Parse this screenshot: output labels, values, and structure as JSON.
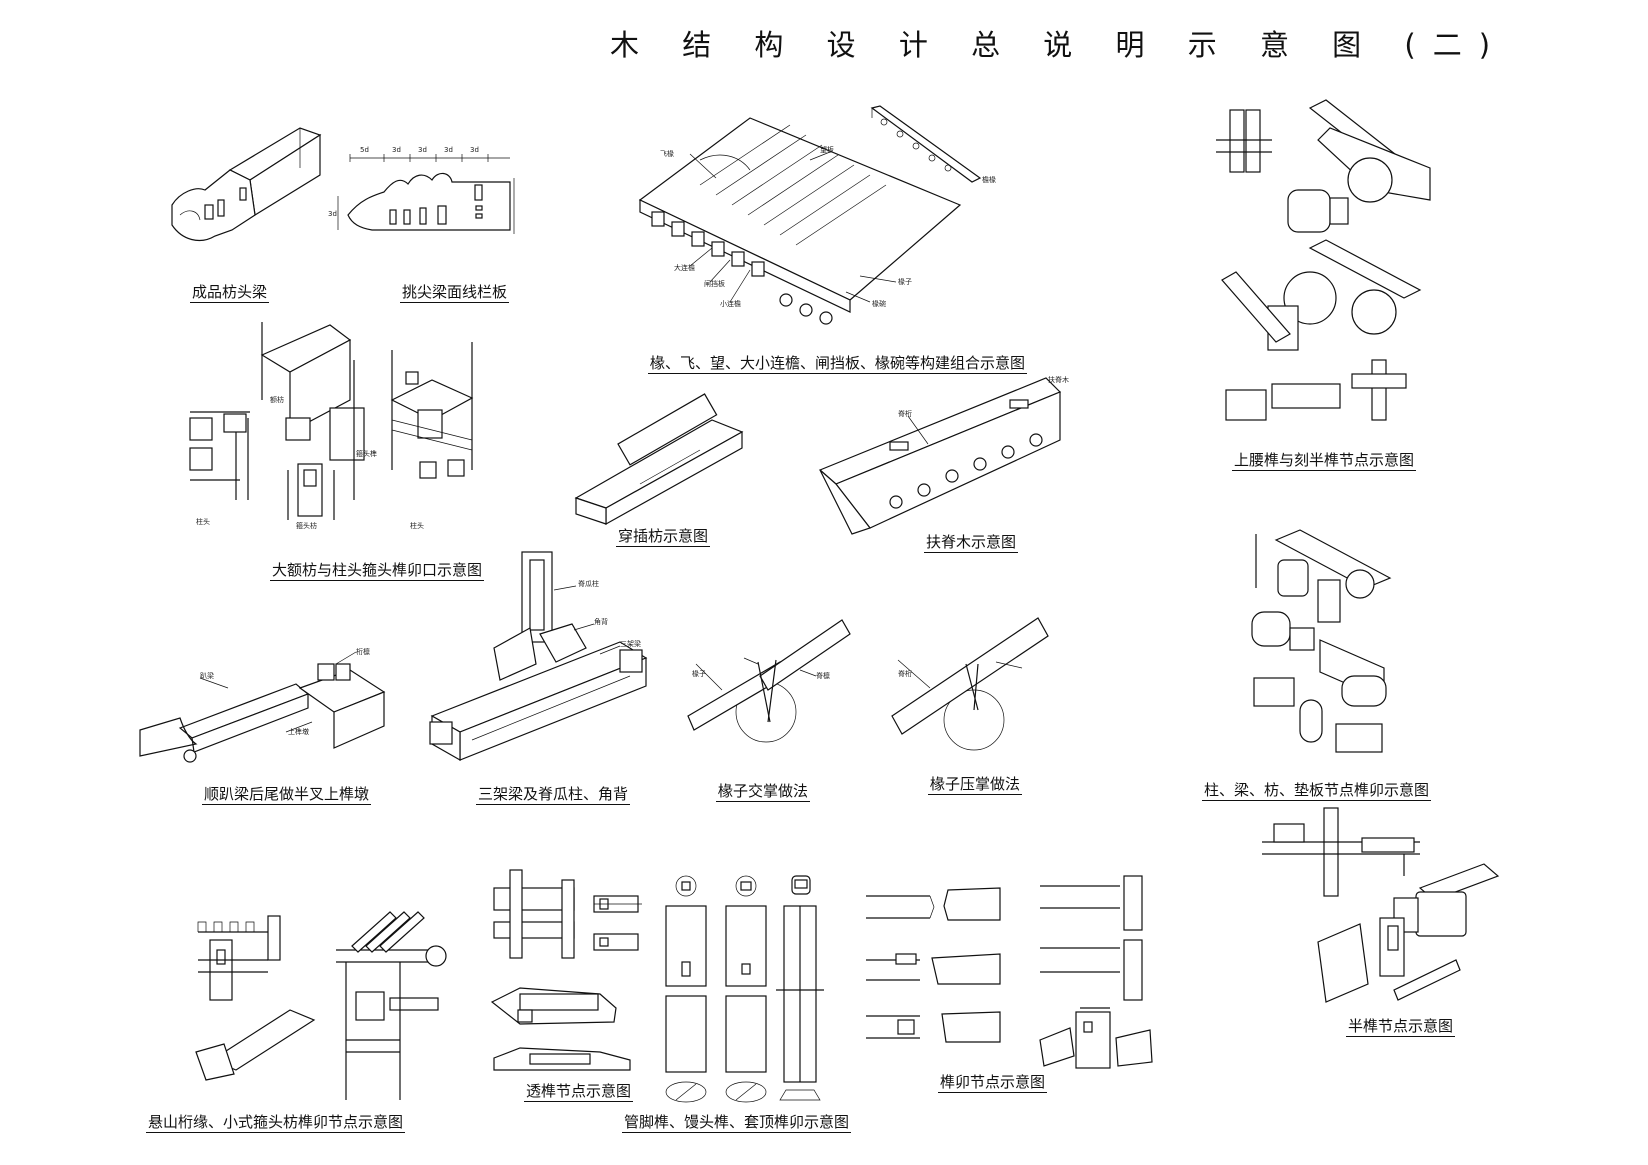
{
  "sheet": {
    "title": "木 结 构 设 计 总 说 明 示 意 图 (二)"
  },
  "captions": {
    "c01": "成品枋头梁",
    "c02": "挑尖梁面线栏板",
    "c03": "椽、飞、望、大小连檐、闸挡板、椽碗等构建组合示意图",
    "c04": "上腰榫与刻半榫节点示意图",
    "c05": "大额枋与柱头箍头榫卯口示意图",
    "c06": "穿插枋示意图",
    "c07": "扶脊木示意图",
    "c08": "顺趴梁后尾做半叉上榫墩",
    "c09": "三架梁及脊瓜柱、角背",
    "c10": "椽子交掌做法",
    "c11": "椽子压掌做法",
    "c12": "柱、梁、枋、垫板节点榫卯示意图",
    "c13": "半榫节点示意图",
    "c14": "悬山桁缘、小式箍头枋榫卯节点示意图",
    "c15": "透榫节点示意图",
    "c16": "管脚榫、馒头榫、套顶榫卯示意图",
    "c17": "榫卯节点示意图"
  },
  "labels": {
    "l01": "飞椽",
    "l02": "望板",
    "l03": "大连檐",
    "l04": "闸挡板",
    "l05": "小连檐",
    "l06": "椽子",
    "l07": "椽碗",
    "l08": "檐椽",
    "l09": "脊桁",
    "l10": "扶脊木",
    "l11": "脊瓜柱",
    "l12": "角背",
    "l13": "三架梁",
    "l14": "趴梁",
    "l15": "桁檩",
    "l16": "上榫墩",
    "l17": "椽子",
    "l18": "脊檩",
    "l19": "脊桁",
    "l20": "额枋",
    "l21": "箍头榫",
    "l22": "柱头",
    "l23": "箍头枋",
    "l24": "柱头"
  },
  "dimensions": {
    "d1": "5d",
    "d2": "3d",
    "d3": "3d",
    "d4": "3d",
    "d5": "3d",
    "d6": "3d"
  }
}
